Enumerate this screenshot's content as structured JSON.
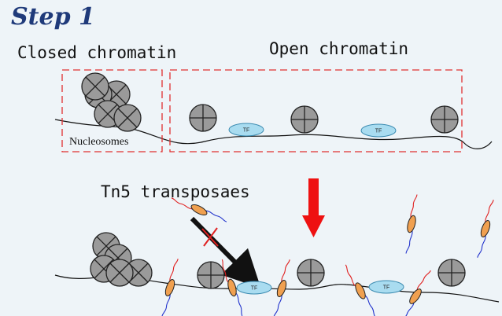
{
  "title": "Step 1",
  "labels": {
    "closed": "Closed chromatin",
    "open": "Open chromatin",
    "nucleosomes": "Nucleosomes",
    "tn5": "Tn5 transposaes",
    "tf": "TF"
  },
  "colors": {
    "title": "#1f3a7a",
    "box_dash": "#e03030",
    "nucleosome_fill": "#9a9a9a",
    "tf_fill": "#a9dcf0",
    "tn5_fill": "#f0a050",
    "arrow_red": "#ee1111",
    "arrow_black": "#111111"
  }
}
